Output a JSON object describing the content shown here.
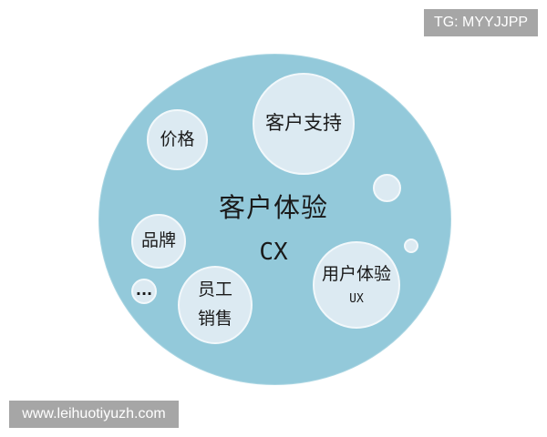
{
  "diagram": {
    "title": "客户体验",
    "subtitle": "CX",
    "colors": {
      "outer_circle": "#93c9da",
      "bubble_fill": "#dceaf2",
      "bubble_border": "#f2f8fb",
      "text": "#1a1a1a",
      "background": "#ffffff"
    },
    "bubbles": [
      {
        "id": "customer-support",
        "lines": [
          "客户支持"
        ]
      },
      {
        "id": "price",
        "lines": [
          "价格"
        ]
      },
      {
        "id": "brand",
        "lines": [
          "品牌"
        ]
      },
      {
        "id": "more",
        "lines": [
          "..."
        ]
      },
      {
        "id": "employee-sales",
        "lines": [
          "员工",
          "销售"
        ]
      },
      {
        "id": "user-experience",
        "lines": [
          "用户体验"
        ],
        "sub": "UX"
      },
      {
        "id": "empty-medium",
        "lines": []
      },
      {
        "id": "empty-small",
        "lines": []
      }
    ]
  },
  "watermarks": {
    "top_right": "TG: MYYJJPP",
    "bottom_left": "www.leihuotiyuzh.com"
  }
}
